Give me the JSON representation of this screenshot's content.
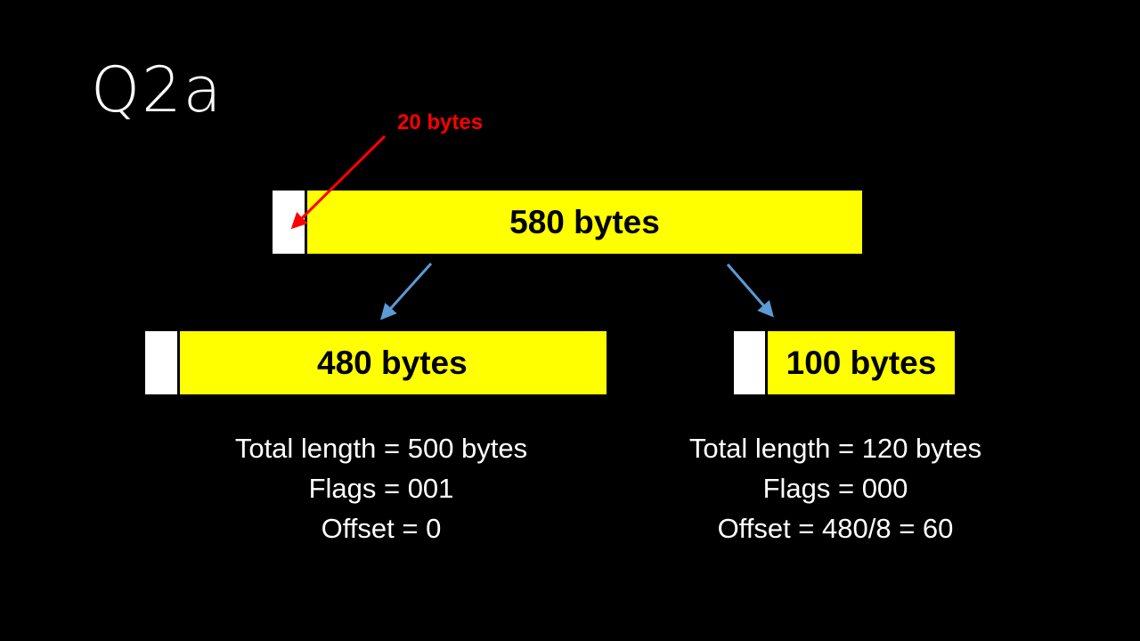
{
  "title": "Q2a",
  "header_label": "20 bytes",
  "original": {
    "payload_label": "580 bytes"
  },
  "fragments": [
    {
      "payload_label": "480 bytes",
      "total_length": "Total length  = 500 bytes",
      "flags": "Flags = 001",
      "offset": "Offset = 0"
    },
    {
      "payload_label": "100 bytes",
      "total_length": "Total length  = 120 bytes",
      "flags": "Flags = 000",
      "offset": "Offset = 480/8 = 60"
    }
  ],
  "colors": {
    "payload": "#ffff00",
    "header": "#ffffff",
    "annotation": "#ff0000",
    "fragment_arrow": "#5b9bd5"
  }
}
